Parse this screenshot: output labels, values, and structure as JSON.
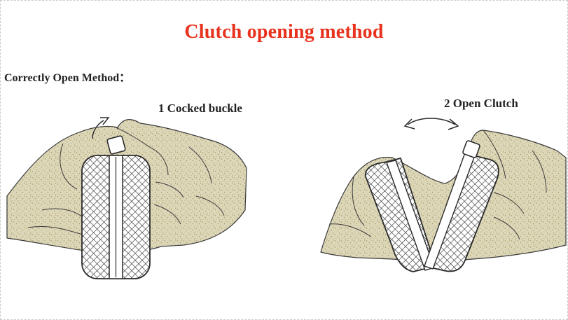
{
  "title": "Clutch opening method",
  "subtitle": "Correctly Open Method：",
  "steps": [
    {
      "label": "1 Cocked buckle"
    },
    {
      "label": "2 Open Clutch"
    }
  ],
  "colors": {
    "title": "#e8321e",
    "hand_fill": "#ddd7ba",
    "speckle": "#b0a66e",
    "outline": "#3a3a3a",
    "clutch_pattern": "#2b2b2b"
  },
  "icons": [
    "curved-arrow-icon",
    "double-headed-arrow-icon"
  ]
}
